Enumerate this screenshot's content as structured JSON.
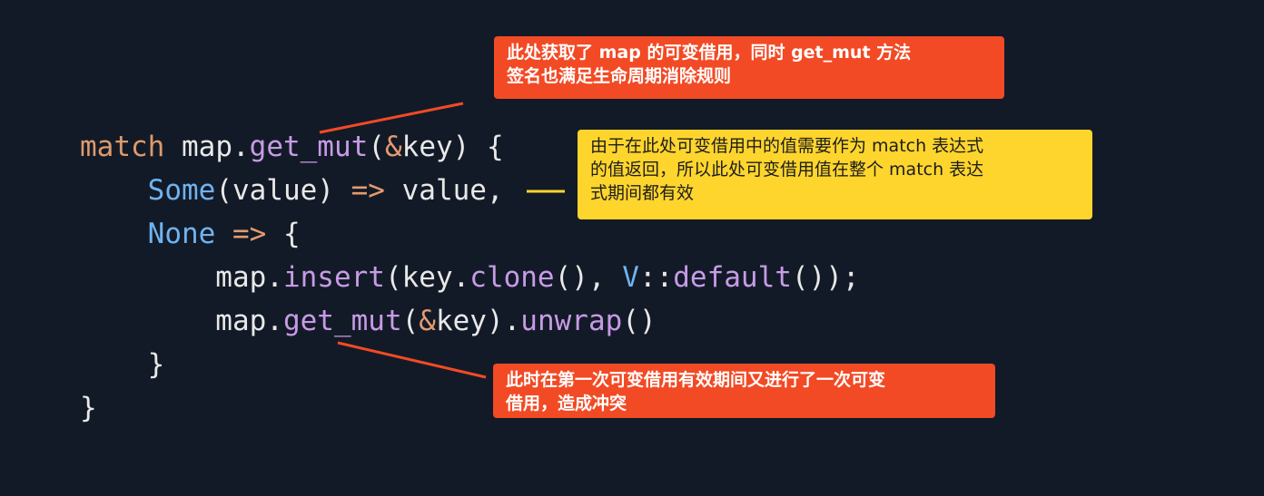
{
  "code": {
    "line1": {
      "t1": "match",
      "t2": " map.",
      "t3": "get_mut",
      "t4": "(",
      "t5": "&",
      "t6": "key) {"
    },
    "line2": {
      "t1": "    ",
      "t2": "Some",
      "t3": "(value) ",
      "t4": "=>",
      "t5": " value,"
    },
    "line3": {
      "t1": "    ",
      "t2": "None",
      "t3": " ",
      "t4": "=>",
      "t5": " {"
    },
    "line4": {
      "t1": "        map.",
      "t2": "insert",
      "t3": "(key.",
      "t4": "clone",
      "t5": "(), ",
      "t6": "V",
      "t7": "::",
      "t8": "default",
      "t9": "());"
    },
    "line5": {
      "t1": "        map.",
      "t2": "get_mut",
      "t3": "(",
      "t4": "&",
      "t5": "key).",
      "t6": "unwrap",
      "t7": "()"
    },
    "line6": {
      "t1": "    }"
    },
    "line7": {
      "t1": "}"
    }
  },
  "annotations": {
    "top": {
      "line1": "此处获取了 map 的可变借用，同时 get_mut 方法",
      "line2": "签名也满足生命周期消除规则"
    },
    "middle": {
      "line1": "由于在此处可变借用中的值需要作为 match 表达式",
      "line2": "的值返回，所以此处可变借用值在整个 match 表达",
      "line3": "式期间都有效"
    },
    "bottom": {
      "line1": "此时在第一次可变借用有效期间又进行了一次可变",
      "line2": "借用，造成冲突"
    }
  },
  "colors": {
    "background": "#131a27",
    "keyword": "#dd9a6c",
    "function": "#c79be6",
    "type": "#6fb3f0",
    "red_note": "#f24a25",
    "yellow_note": "#fed52d"
  }
}
